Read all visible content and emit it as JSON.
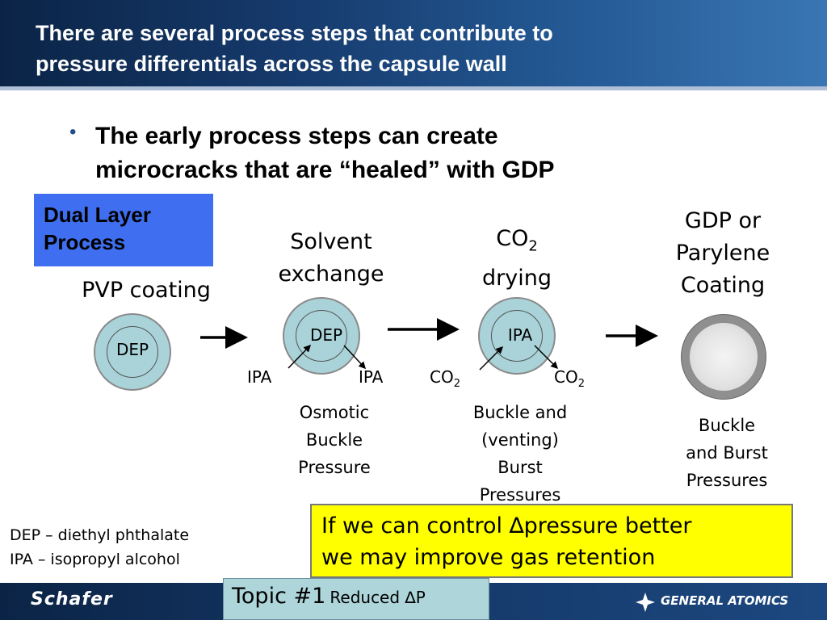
{
  "slide": {
    "title_lines": [
      "There are several process steps that contribute to",
      "pressure differentials across the capsule wall"
    ],
    "bullet_lines": [
      "The early process steps can create",
      "microcracks that are “healed” with GDP"
    ],
    "process_box_lines": [
      "Dual Layer",
      "Process"
    ],
    "steps": {
      "pvp": {
        "label": "PVP coating",
        "capsule_text": "DEP"
      },
      "solvent": {
        "label_lines": [
          "Solvent",
          "exchange"
        ],
        "capsule_text": "DEP",
        "gas_left": "IPA",
        "gas_right": "IPA",
        "desc_lines": [
          "Osmotic",
          "Buckle",
          "Pressure"
        ]
      },
      "co2": {
        "label_main": "CO",
        "label_sub": "2",
        "label_line2": "drying",
        "capsule_text": "IPA",
        "gas_left_main": "CO",
        "gas_left_sub": "2",
        "gas_right_main": "CO",
        "gas_right_sub": "2",
        "desc_lines": [
          "Buckle and",
          "(venting)",
          "Burst",
          "Pressures"
        ]
      },
      "coating": {
        "label_lines": [
          "GDP or",
          "Parylene",
          "Coating"
        ],
        "desc_lines": [
          "Buckle",
          "and Burst",
          "Pressures"
        ]
      }
    },
    "legend_lines": [
      "DEP – diethyl phthalate",
      "IPA – isopropyl alcohol"
    ],
    "callout_lines": [
      "If we can control ∆pressure better",
      "we may improve gas retention"
    ],
    "topic": {
      "main": "Topic #1",
      "sub": "Reduced ∆P"
    },
    "footer": {
      "left_logo": "Schafer",
      "right_logo": "GENERAL ATOMICS"
    },
    "colors": {
      "header": "#163a6c",
      "process_box": "#3f6ff0",
      "capsule": "#a9d3d8",
      "callout": "#ffff00",
      "topic": "#aed6da"
    }
  }
}
